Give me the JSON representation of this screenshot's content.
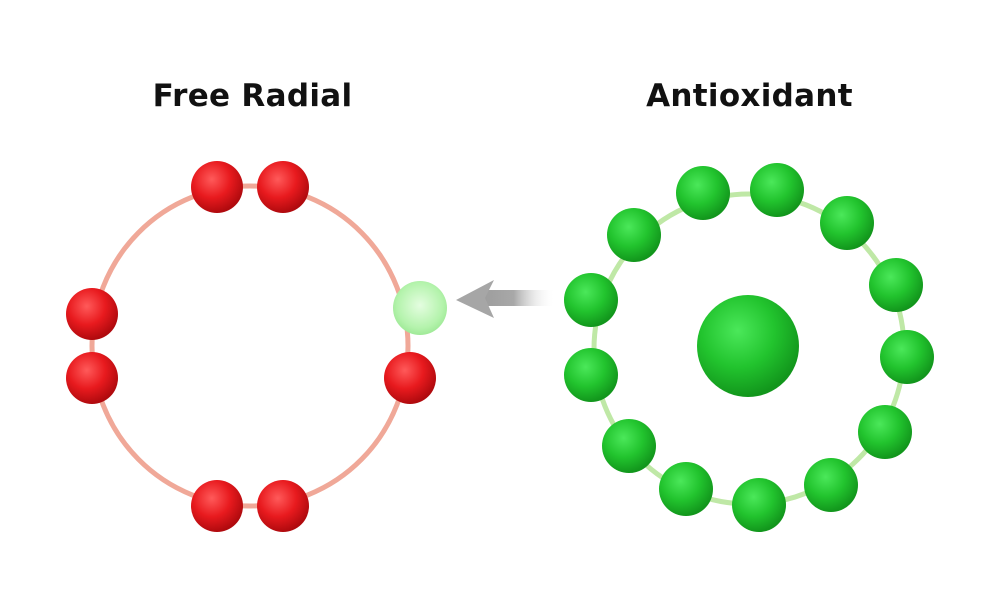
{
  "diagram": {
    "left_title": "Free Radial",
    "right_title": "Antioxidant",
    "colors": {
      "free_radical_electron": "#e8141c",
      "free_radical_ring": "#f0a898",
      "donated_electron": "#b8f5b0",
      "antioxidant_electron": "#1fc42c",
      "antioxidant_ring": "#b8e8a0",
      "arrow": "#a8a8a8"
    },
    "free_radical": {
      "electron_count": 7,
      "donated_electron_count": 1
    },
    "antioxidant": {
      "electron_count": 13,
      "has_nucleus": true
    },
    "arrow_direction": "antioxidant-to-free-radical"
  }
}
